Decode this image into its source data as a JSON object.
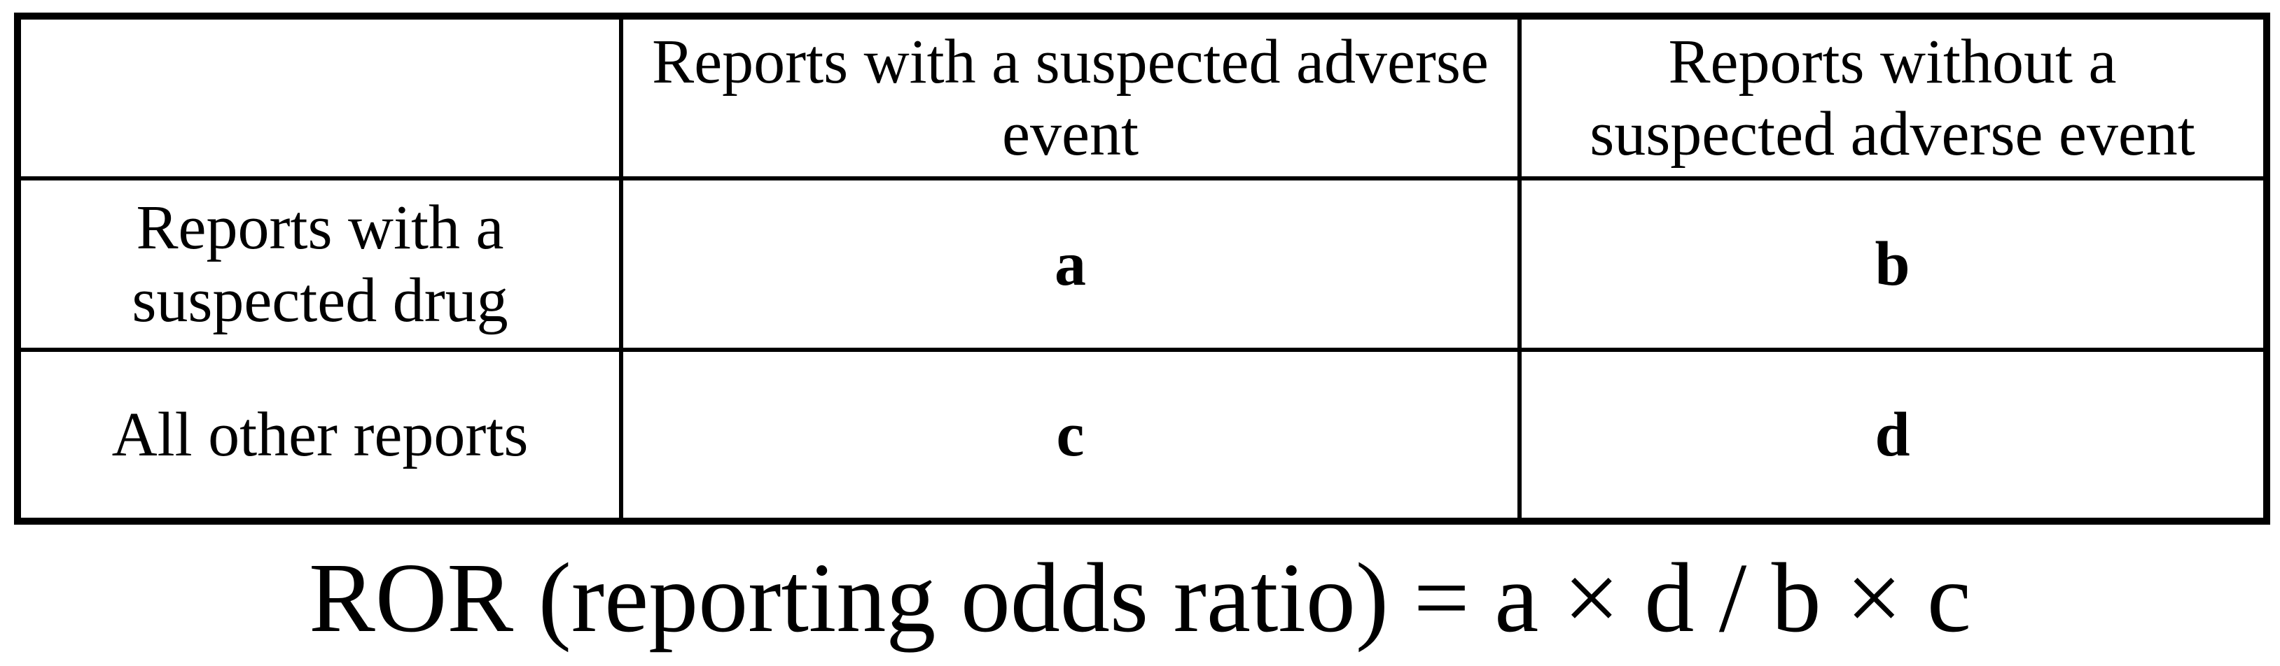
{
  "figure": {
    "table": {
      "corner": "",
      "col_headers": [
        "Reports with a suspected adverse event",
        "Reports without a suspected adverse event"
      ],
      "rows": [
        {
          "label": "Reports with a suspected drug",
          "event_cell": "a",
          "no_event_cell": "b"
        },
        {
          "label": "All other reports",
          "event_cell": "c",
          "no_event_cell": "d"
        }
      ]
    },
    "formula": "ROR (reporting odds ratio) = a × d / b × c",
    "colors": {
      "background": "#ffffff",
      "text": "#000000",
      "border": "#000000"
    }
  }
}
